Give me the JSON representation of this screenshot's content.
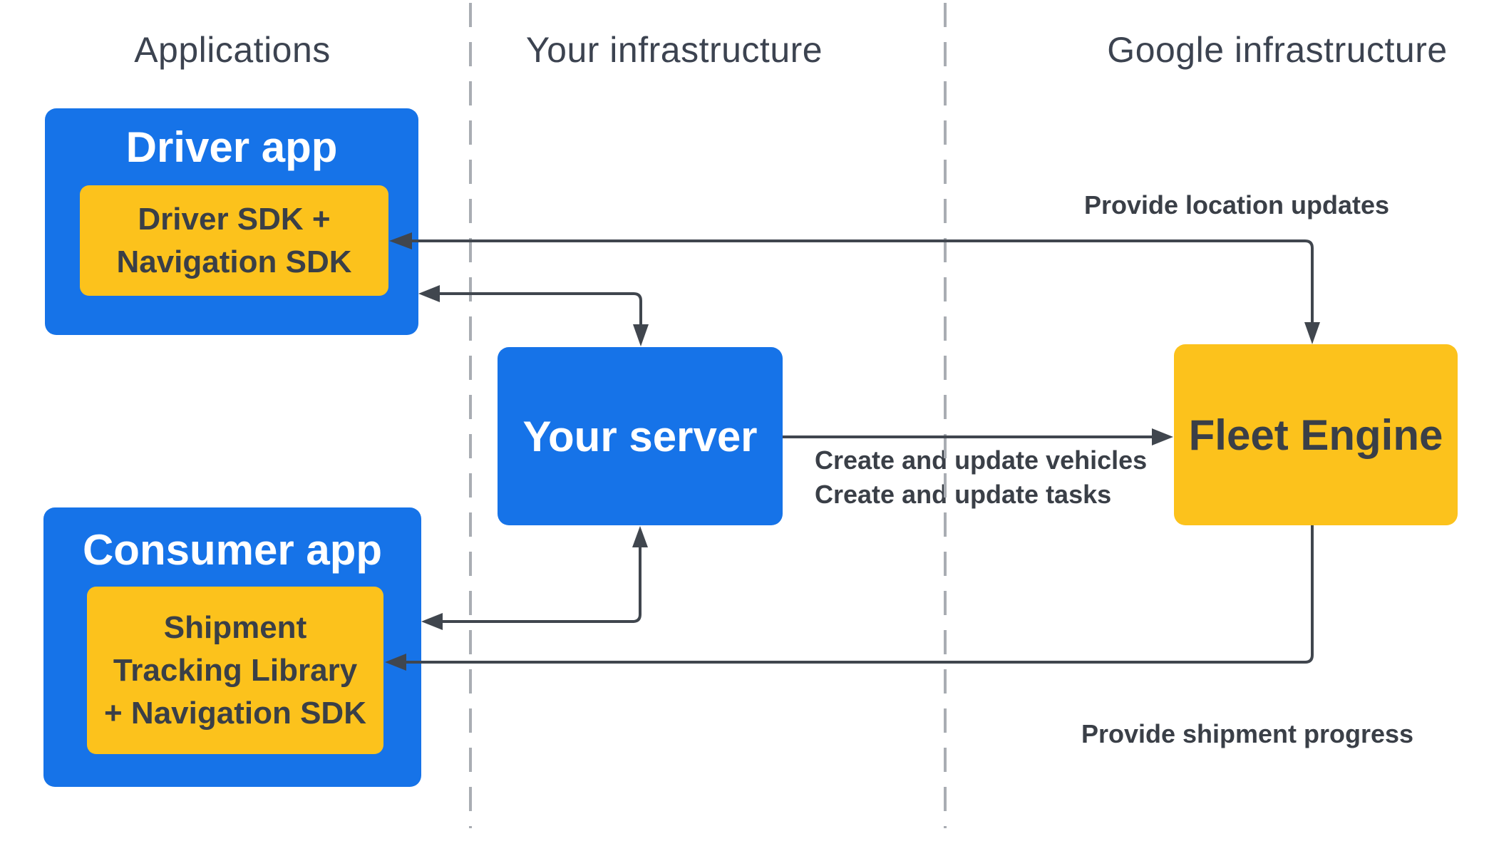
{
  "diagram": {
    "columns": {
      "applications": "Applications",
      "your_infrastructure": "Your infrastructure",
      "google_infrastructure": "Google infrastructure"
    },
    "nodes": {
      "driver_app": {
        "title": "Driver app",
        "sdk_line1": "Driver SDK +",
        "sdk_line2": "Navigation SDK"
      },
      "consumer_app": {
        "title": "Consumer app",
        "sdk_line1": "Shipment",
        "sdk_line2": "Tracking Library",
        "sdk_line3": "+ Navigation SDK"
      },
      "your_server": {
        "title": "Your server"
      },
      "fleet_engine": {
        "title": "Fleet Engine"
      }
    },
    "edge_labels": {
      "provide_location_updates": "Provide location updates",
      "create_update_vehicles": "Create and update vehicles",
      "create_update_tasks": "Create and update tasks",
      "provide_shipment_progress": "Provide shipment progress"
    },
    "colors": {
      "node_blue": "#1673E8",
      "node_yellow": "#FCC21C",
      "arrow": "#40464E",
      "header_text": "#3C4350",
      "dark_text": "#3A3F47",
      "dashed_line": "#A9ADB3"
    }
  }
}
